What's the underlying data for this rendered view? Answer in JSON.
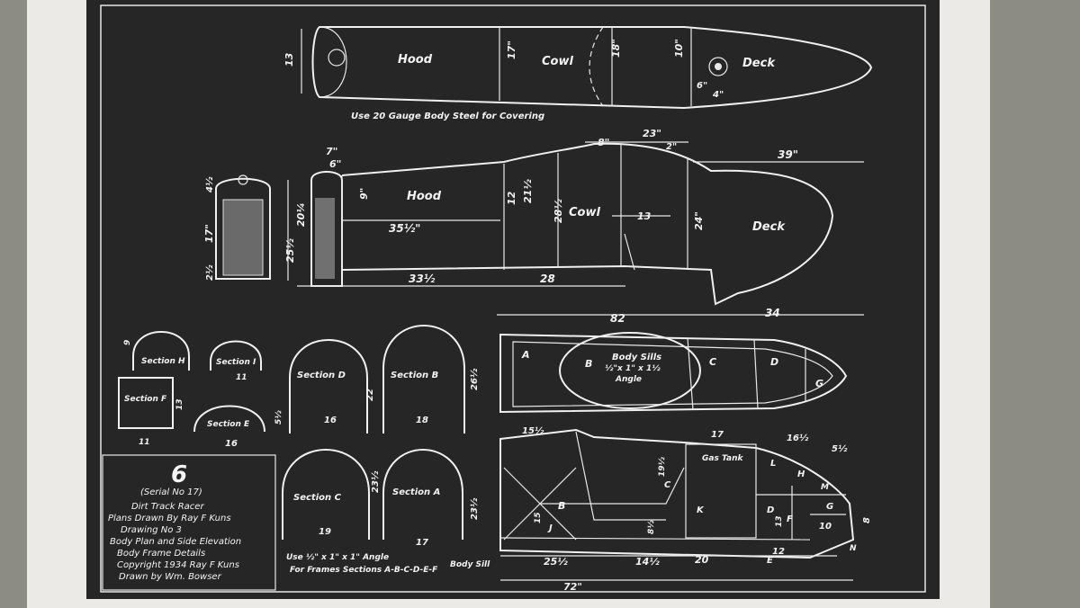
{
  "top_view": {
    "hood": "Hood",
    "cowl": "Cowl",
    "deck": "Deck",
    "dims": {
      "height_13": "13",
      "cowl_17": "17\"",
      "section_18": "18\"",
      "section_10": "10\"",
      "deck_6": "6\"",
      "deck_4": "4\""
    },
    "note": "Use 20 Gauge Body Steel for Covering"
  },
  "side_view": {
    "hood": "Hood",
    "cowl": "Cowl",
    "deck": "Deck",
    "dims": {
      "d7": "7\"",
      "d6": "6\"",
      "d4_half": "4½",
      "d9": "9\"",
      "d20_quarter": "20¼",
      "d17": "17\"",
      "d25_half": "25½",
      "d2_half": "2½",
      "d35_half": "35½\"",
      "d33_half": "33½",
      "d28": "28",
      "d12": "12",
      "d21_half": "21½",
      "d28_half": "28½",
      "d8": "8\"",
      "d23": "23\"",
      "d2": "2\"",
      "d13": "13",
      "d39": "39\"",
      "d24": "24\"",
      "d82": "82",
      "d34": "34"
    }
  },
  "sections": {
    "h": "Section H",
    "i": "Section I",
    "f": "Section F",
    "e": "Section E",
    "d": "Section D",
    "b": "Section B",
    "c": "Section C",
    "a": "Section A",
    "dims": {
      "d9": "9",
      "d11": "11",
      "d13": "13",
      "d5_half": "5½",
      "d16e": "16",
      "d16d": "16",
      "d22": "22",
      "d18": "18",
      "d26_half": "26½",
      "d23_half_c": "23½",
      "d19": "19",
      "d23_half_a": "23½",
      "d17": "17",
      "d11f": "11"
    },
    "angle_note_1": "Use ½\" x 1\" x 1\" Angle",
    "angle_note_2": "For Frames Sections A-B-C-D-E-F",
    "body_sill": "Body Sill"
  },
  "plan_view": {
    "labels": {
      "a": "A",
      "b": "B",
      "c": "C",
      "d": "D",
      "g": "G"
    },
    "body_sills_1": "Body Sills",
    "body_sills_2": "½\"x 1\" x 1½",
    "body_sills_3": "Angle"
  },
  "frame_view": {
    "gas_tank": "Gas Tank",
    "labels": {
      "b": "B",
      "c": "C",
      "d": "D",
      "e": "E",
      "f": "F",
      "g": "G",
      "h": "H",
      "j": "J",
      "k": "K",
      "l": "L",
      "m": "M",
      "n": "N"
    },
    "dims": {
      "d15_half": "15½",
      "d17": "17",
      "d16_half": "16½",
      "d5_half": "5½",
      "d19_half": "19½",
      "d8_half": "8½",
      "d15": "15",
      "d10": "10",
      "d13": "13",
      "d8": "8",
      "d25_half": "25½",
      "d14_half": "14½",
      "d20": "20",
      "d12": "12",
      "d72": "72\""
    }
  },
  "title_block": {
    "logo": "6",
    "serial": "(Serial No 17)",
    "line1": "Dirt Track Racer",
    "line2": "Plans Drawn By Ray F Kuns",
    "line3": "Drawing No 3",
    "line4": "Body Plan and Side Elevation",
    "line5": "Body Frame Details",
    "line6": "Copyright 1934 Ray F Kuns",
    "line7": "Drawn by Wm. Bowser"
  }
}
